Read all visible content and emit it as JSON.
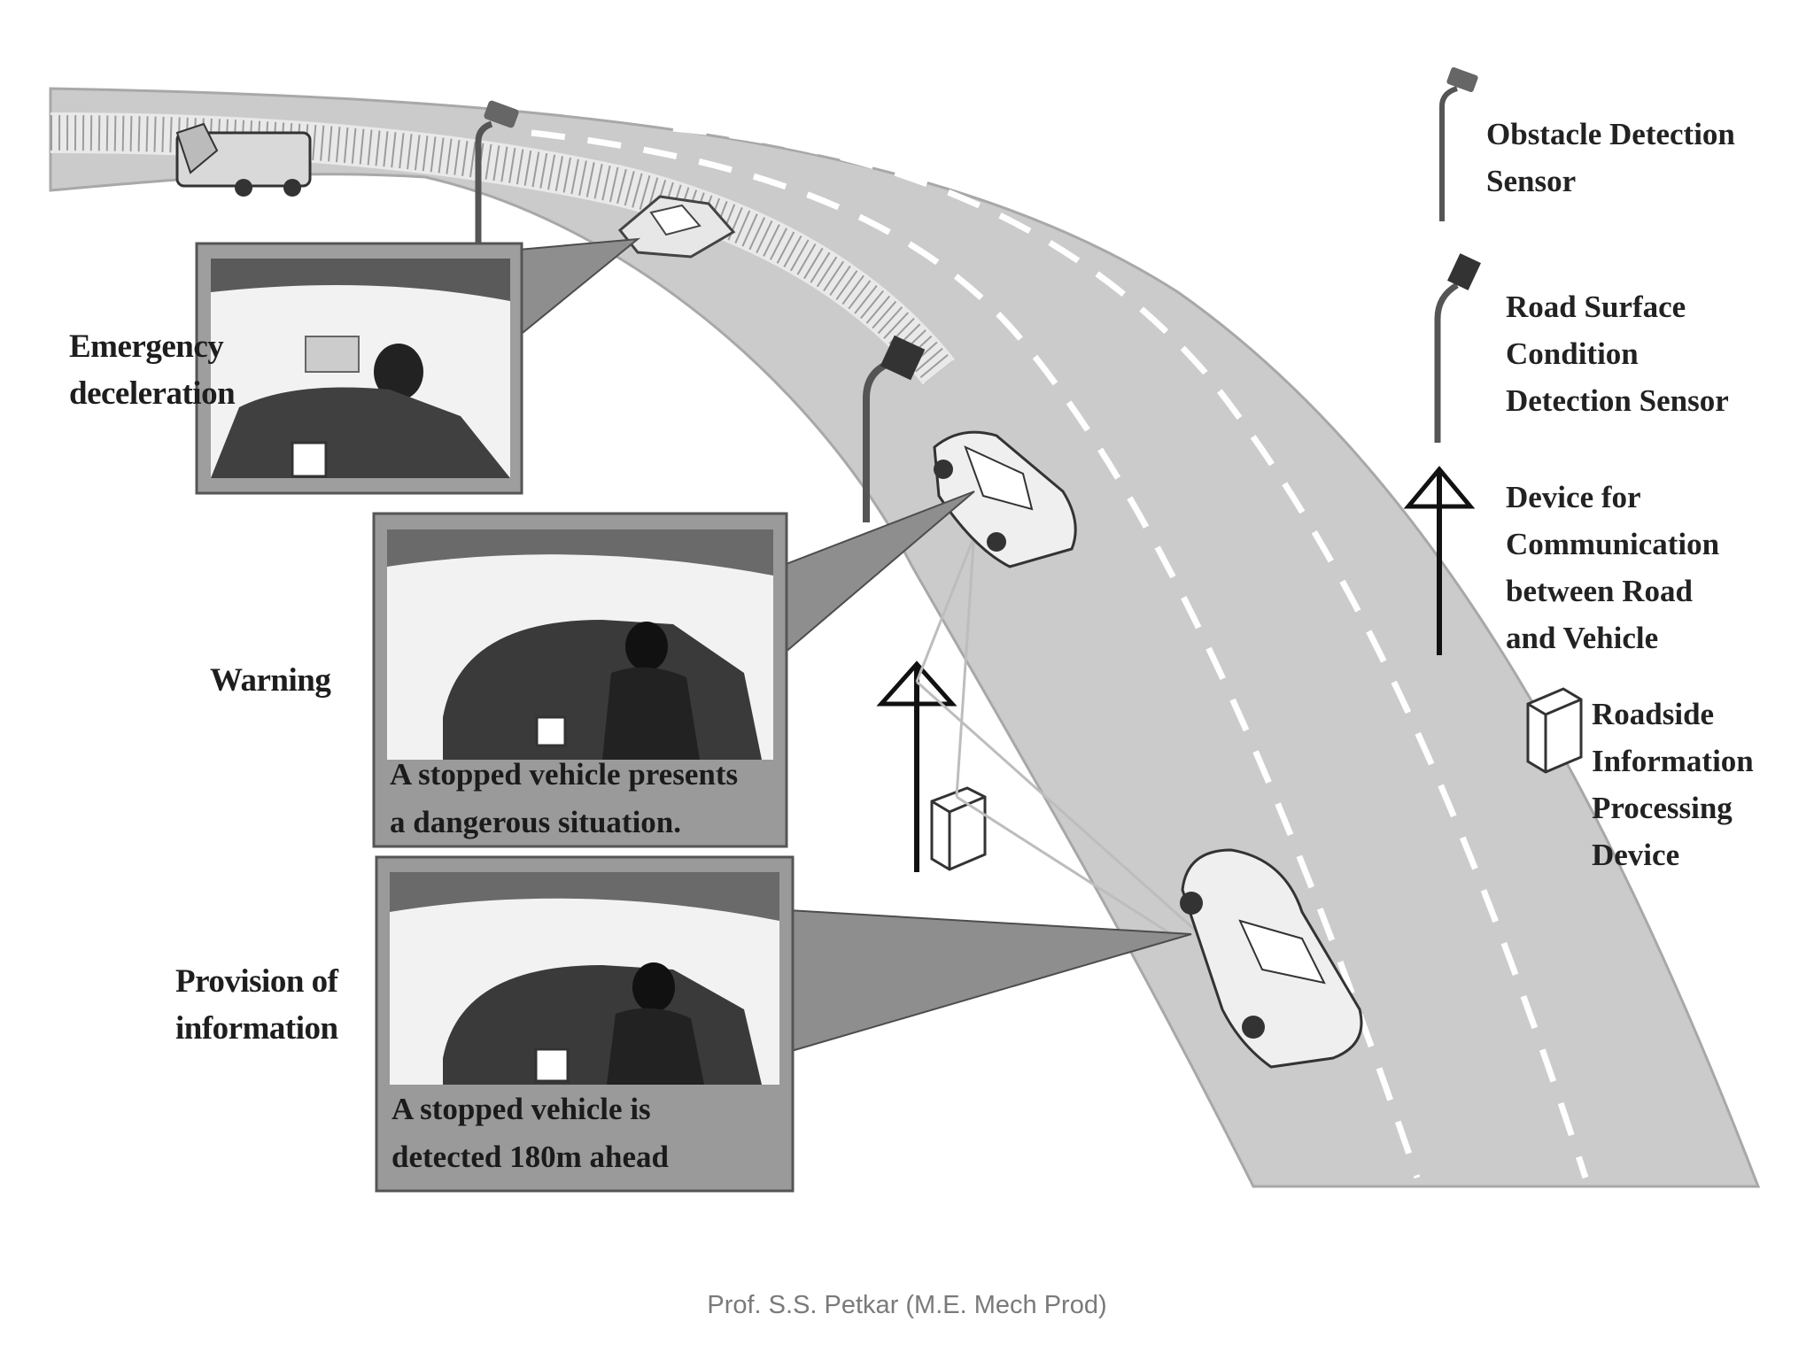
{
  "callouts": {
    "emergency": "Emergency\ndeceleration",
    "warning": "Warning",
    "provision": "Provision of\ninformation"
  },
  "panels": {
    "warning_caption": "A stopped vehicle presents\na dangerous situation.",
    "provision_caption": "A stopped vehicle is\ndetected 180m ahead"
  },
  "legend": {
    "obstacle_sensor": "Obstacle Detection\nSensor",
    "road_surface_sensor": "Road Surface\nCondition\nDetection Sensor",
    "comm_device": "Device for\nCommunication\nbetween Road\nand Vehicle",
    "roadside_device": "Roadside\nInformation\nProcessing\nDevice"
  },
  "footer": "Prof. S.S. Petkar (M.E. Mech Prod)",
  "colors": {
    "road": "#c9c9c9",
    "road_edge": "#a9a9a9",
    "panel_bg": "#9a9a9a",
    "lane_mark": "#ffffff"
  },
  "icons": [
    "obstacle-sensor-icon",
    "road-sensor-icon",
    "antenna-icon",
    "roadside-box-icon",
    "car-icon",
    "driver-icon"
  ]
}
